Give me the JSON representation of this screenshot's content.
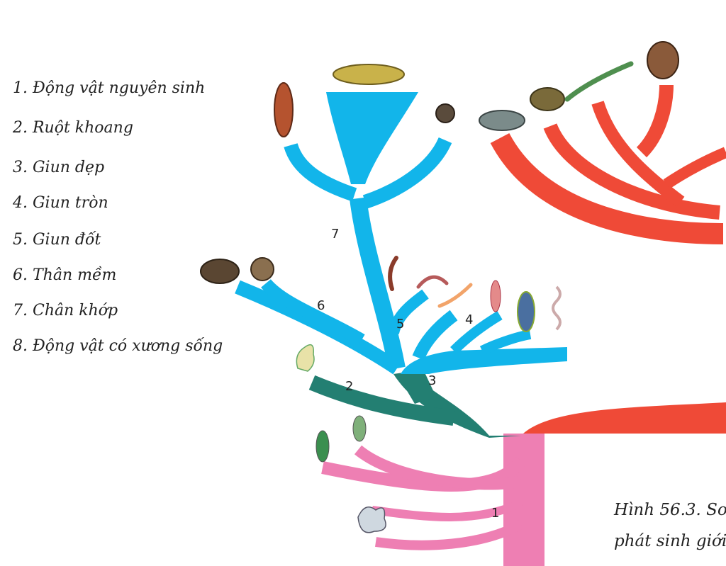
{
  "legend": [
    {
      "label": "1. Động vật nguyên sinh"
    },
    {
      "label": "2. Ruột khoang"
    },
    {
      "label": "3. Giun dẹp"
    },
    {
      "label": "4. Giun tròn"
    },
    {
      "label": "5. Giun đốt"
    },
    {
      "label": "6. Thân mềm"
    },
    {
      "label": "7. Chân khớp"
    },
    {
      "label": "8. Động vật có xương sống"
    }
  ],
  "node_labels": {
    "n1": "1",
    "n2": "2",
    "n3": "3",
    "n4": "4",
    "n5": "5",
    "n6": "6",
    "n7": "7"
  },
  "caption": {
    "line1": "Hình 56.3. Sơ",
    "line2": "phát sinh giới"
  },
  "colors": {
    "protozoa": "#ee7fb3",
    "cnidaria": "#237f72",
    "invertebrates": "#12b5ea",
    "vertebrates": "#ef4a37"
  }
}
